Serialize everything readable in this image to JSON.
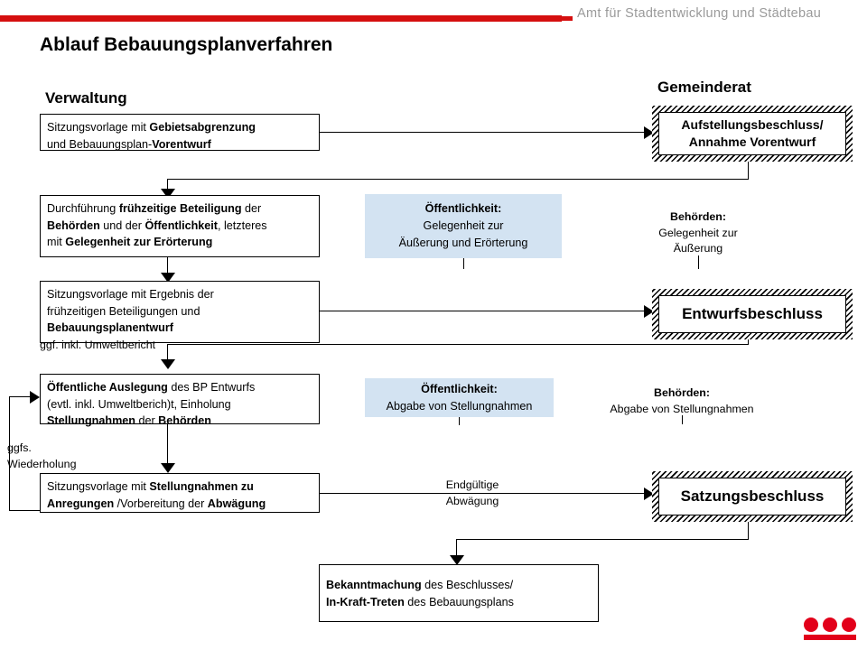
{
  "header": {
    "department": "Amt für Stadtentwicklung und Städtebau",
    "title": "Ablauf Bebauungsplanverfahren",
    "rule_color": "#d50f0f"
  },
  "columns": {
    "left_heading": "Verwaltung",
    "right_heading": "Gemeinderat"
  },
  "admin_steps": [
    {
      "id": "step1",
      "line1_a": "Sitzungsvorlage mit ",
      "line1_b": "Gebietsabgrenzung",
      "line2_a": "und Bebauungsplan-",
      "line2_b": "Vorentwurf"
    },
    {
      "id": "step2",
      "line1_a": "Durchführung ",
      "line1_b": "frühzeitige Beteiligung",
      "line1_c": " der",
      "line2_a": "Behörden",
      "line2_b": " und der ",
      "line2_c": "Öffentlichkeit",
      "line2_d": ", letzteres",
      "line3_a": "mit ",
      "line3_b": "Gelegenheit zur Erörterung"
    },
    {
      "id": "step3",
      "line1": "Sitzungsvorlage mit Ergebnis der",
      "line2": "frühzeitigen Beteiligungen und",
      "line3": "Bebauungsplanentwurf"
    },
    {
      "id": "step4",
      "line1_a": "Öffentliche Auslegung",
      "line1_b": " des BP Entwurfs",
      "line2": "(evtl. inkl. Umweltberich)t, Einholung",
      "line3_a": "Stellungnahmen",
      "line3_b": " der ",
      "line3_c": "Behörden"
    },
    {
      "id": "step5",
      "line1_a": "Sitzungsvorlage mit ",
      "line1_b": "Stellungnahmen zu",
      "line2_a": "Anregungen",
      "line2_b": " /Vorbereitung der ",
      "line2_c": "Abwägung"
    },
    {
      "id": "step6",
      "line1_a": "Bekanntmachung",
      "line1_b": " des Beschlusses/",
      "line2_a": "In-Kraft-Treten",
      "line2_b": " des Bebauungsplans"
    }
  ],
  "council_steps": [
    {
      "id": "council1",
      "line1": "Aufstellungsbeschluss/",
      "line2": "Annahme Vorentwurf",
      "font_size": "14px"
    },
    {
      "id": "council2",
      "line1": "Entwurfsbeschluss",
      "line2": "",
      "font_size": "17px"
    },
    {
      "id": "council3",
      "line1": "Satzungsbeschluss",
      "line2": "",
      "font_size": "17px"
    }
  ],
  "public_boxes": [
    {
      "id": "public1",
      "title": "Öffentlichkeit:",
      "line1": "Gelegenheit  zur",
      "line2": "Äußerung und Erörterung",
      "fill": "#d3e3f2"
    },
    {
      "id": "public2",
      "title": "Öffentlichkeit:",
      "line1": "Abgabe  von Stellungnahmen",
      "line2": "",
      "fill": "#d3e3f2"
    }
  ],
  "authority_notes": [
    {
      "id": "authority1",
      "title": "Behörden:",
      "line1": "Gelegenheit  zur",
      "line2": "Äußerung"
    },
    {
      "id": "authority2",
      "title": "Behörden:",
      "line1": "Abgabe  von Stellungnahmen",
      "line2": ""
    }
  ],
  "edge_labels": {
    "umweltbericht": "ggf. inkl. Umweltbericht",
    "loop_line1": "ggfs.",
    "loop_line2": "Wiederholung",
    "final_line1": "Endgültige",
    "final_line2": "Abwägung"
  },
  "logo": {
    "name": "stuttgart-horses-logo",
    "color": "#e2001a",
    "dot_count": 3
  }
}
